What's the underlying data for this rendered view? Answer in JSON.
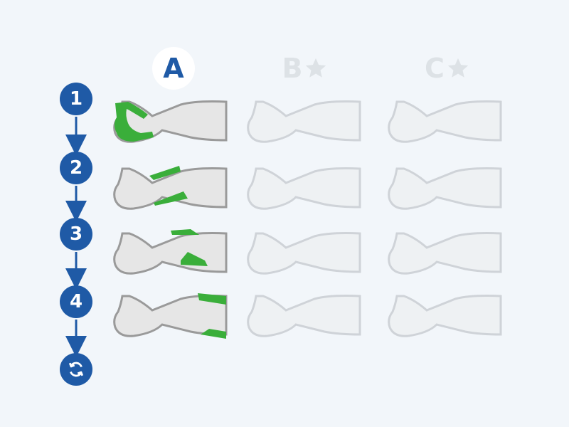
{
  "columns": [
    {
      "label": "A",
      "starred": false,
      "active": true
    },
    {
      "label": "B",
      "starred": true,
      "active": false
    },
    {
      "label": "C",
      "starred": true,
      "active": false
    }
  ],
  "steps": [
    {
      "label": "1"
    },
    {
      "label": "2"
    },
    {
      "label": "3"
    },
    {
      "label": "4"
    }
  ],
  "repeat_icon": "repeat-cycle-icon",
  "colors": {
    "background": "#f2f6fa",
    "step_blue": "#1f5aa6",
    "active_zone_green": "#3aae3a",
    "leg_fill": "#e6e6e6",
    "leg_outline": "#9a9a9a",
    "faded_outline": "#c9cdd1",
    "faded_fill": "#eceeef"
  }
}
